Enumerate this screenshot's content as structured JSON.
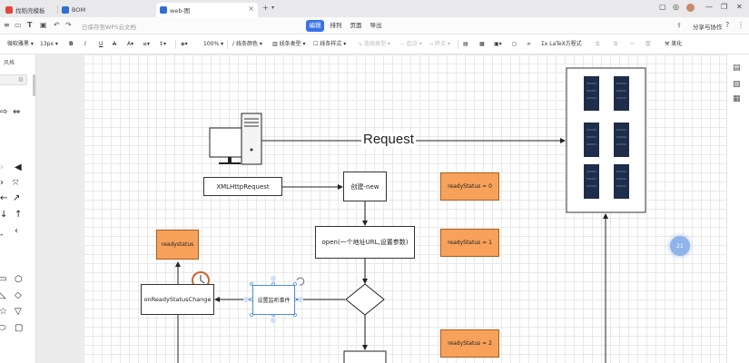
{
  "tabs": [
    {
      "label": "找稻壳模板",
      "color": "#e0463a",
      "active": false
    },
    {
      "label": "BOM",
      "color": "#2f6fd1",
      "active": false
    },
    {
      "label": "web-图",
      "color": "#2f6fd1",
      "active": true
    }
  ],
  "window": {
    "new_tab": "+",
    "minimize": "—",
    "restore": "❐",
    "close": "✕",
    "tab_close": "×"
  },
  "menubar": {
    "saved": "已保存至WPS云文档",
    "items": [
      "编辑",
      "排列",
      "页面",
      "导出"
    ],
    "active_item": "编辑",
    "share": "分享与协作",
    "help": "?"
  },
  "toolbar": {
    "font": "微软雅黑",
    "size": "13px",
    "bold": "B",
    "italic": "I",
    "underline": "U",
    "zoom": "100%",
    "line_color": "线条颜色",
    "line_type": "线条类型",
    "line_style": "线条样式",
    "connector_type": "连线类型",
    "start_point": "起点",
    "end_point": "终点",
    "latex": "LaTeX方程式",
    "format_painter": "美化"
  },
  "left_panel": {
    "title": "风格"
  },
  "diagram": {
    "request": "Request",
    "xmlhttp": "XMLHttpRequest",
    "create": "创建-new",
    "open": "open(一个地址URL,设置参数)",
    "listener": "设置监听事件",
    "onready": "onReadyStatusChange",
    "readystatus": "readystatus",
    "rs0": "readyStatus = 0",
    "rs1": "readyStatus = 1",
    "rs2": "readyStatus = 2"
  },
  "colors": {
    "accent": "#3a73e8",
    "orange_fill": "#f7a15a",
    "server": "#1e2d4a"
  },
  "float_button": "21"
}
